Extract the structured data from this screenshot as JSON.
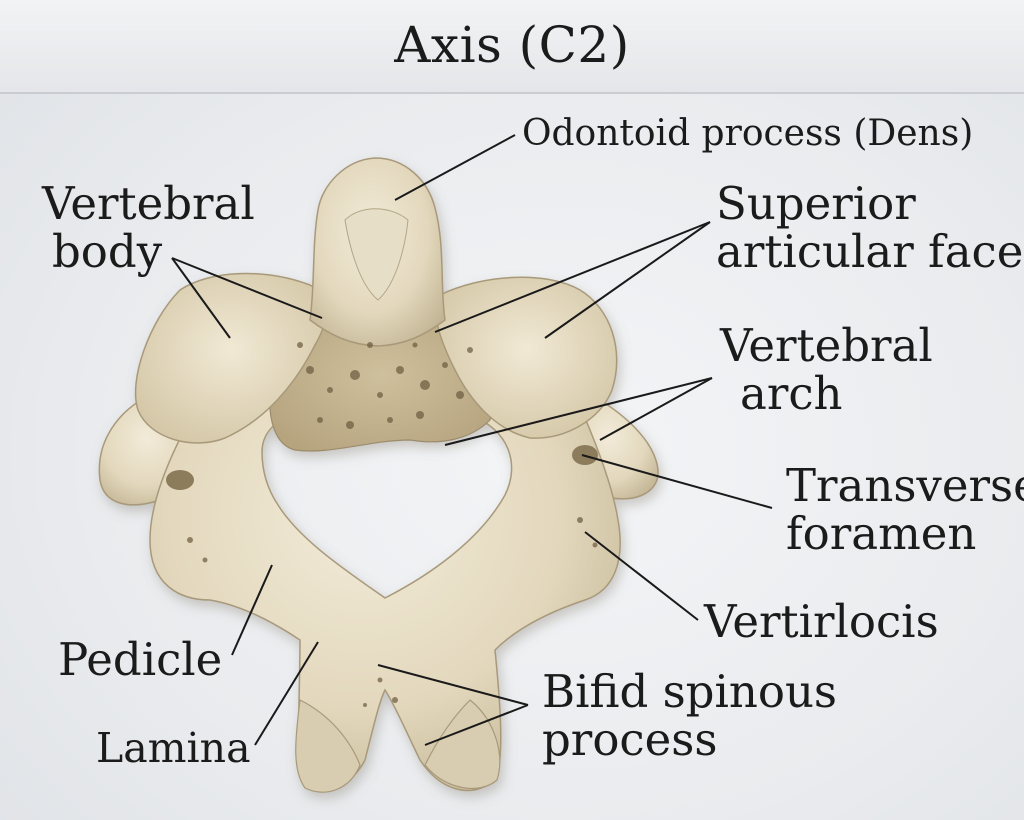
{
  "title": "Axis (C2)",
  "labels": {
    "odontoid_process": "Odontoid process (Dens)",
    "vertebral_body": [
      "Vertebral",
      "body"
    ],
    "superior_articular_facet": [
      "Superior",
      "articular facet"
    ],
    "vertebral_arch": [
      "Vertebral",
      "arch"
    ],
    "transverse_foramen": [
      "Transverse",
      "foramen"
    ],
    "vertirlocis": "Vertirlocis",
    "pedicle": "Pedicle",
    "lamina": "Lamina",
    "bifid_spinous_process": [
      "Bifid spinous",
      "process"
    ]
  },
  "colors": {
    "bone_light": "#ede5d2",
    "bone_mid": "#d9ceb2",
    "bone_shadow": "#b5a889",
    "pore": "#6b5a3e",
    "leader_line": "#1a1a1a"
  }
}
